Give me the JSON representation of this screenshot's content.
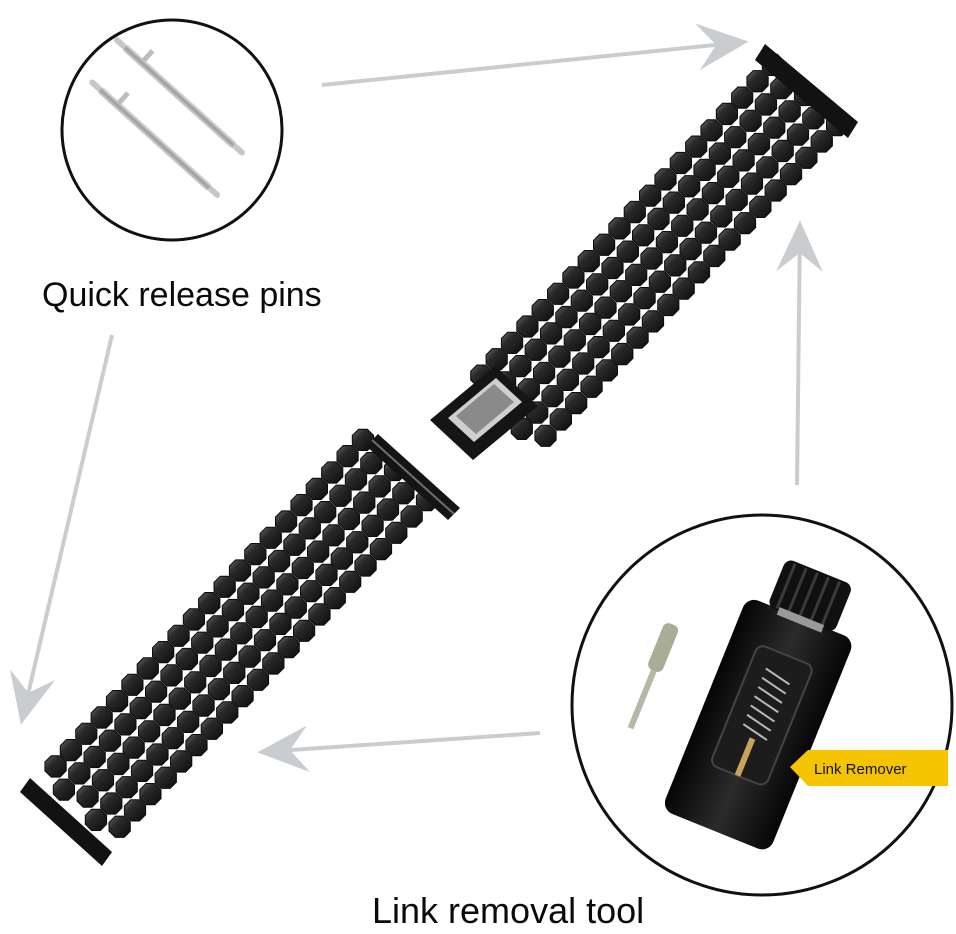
{
  "labels": {
    "quick_release_pins": "Quick release pins",
    "link_removal_tool": "Link removal tool",
    "link_remover_tag": "Link Remover"
  },
  "colors": {
    "band_metal": "#161616",
    "band_highlight": "#5a5a5a",
    "arrow": "#c9cdd0",
    "tag_fill": "#f5c400",
    "caption_text": "#0a0a0a",
    "circle_outline": "#111111",
    "pin_metal": "#b8b8b8"
  },
  "icons": {
    "pins_inset": "quick-release-pins-icon",
    "tool_inset": "link-removal-tool-icon"
  }
}
